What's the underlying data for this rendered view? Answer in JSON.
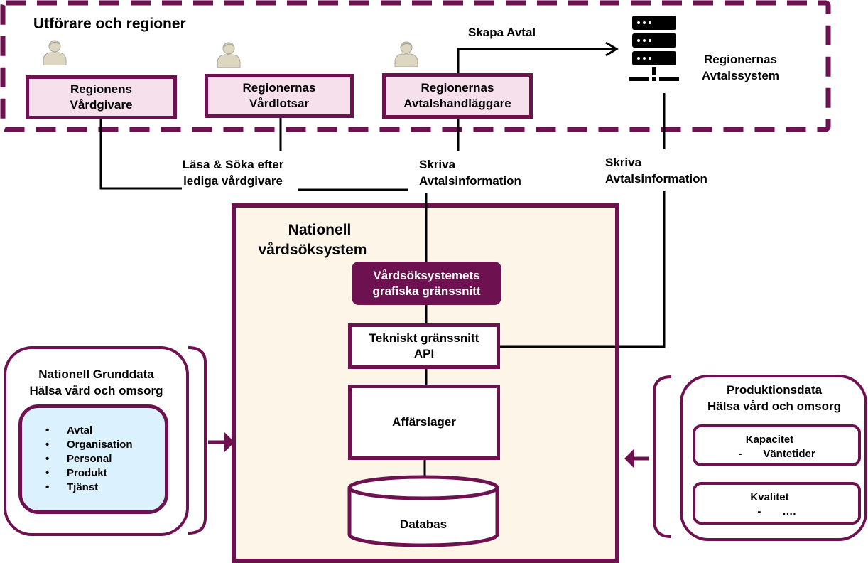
{
  "diagram": {
    "colors": {
      "primary": "#6e1150",
      "actor_fill": "#f6e0ec",
      "system_fill": "#fef5e9",
      "grunddata_fill": "#dbf1fd",
      "person_icon": "#ddd6c1",
      "line": "#000000"
    },
    "region_group": {
      "title": "Utförare och regioner",
      "actors": [
        {
          "icon": "person-icon",
          "line1": "Regionens",
          "line2": "Vårdgivare"
        },
        {
          "icon": "person-icon",
          "line1": "Regionernas",
          "line2": "Vårdlotsar"
        },
        {
          "icon": "person-icon",
          "line1": "Regionernas",
          "line2": "Avtalshandläggare"
        }
      ],
      "contract_system": {
        "icon": "server-icon",
        "line1": "Regionernas",
        "line2": "Avtalssystem"
      }
    },
    "connections": {
      "create_contract": "Skapa  Avtal",
      "read_search": {
        "line1": "Läsa & Söka efter",
        "line2": "lediga vårdgivare"
      },
      "write_info_left": {
        "line1": "Skriva",
        "line2": "Avtalsinformation"
      },
      "write_info_right": {
        "line1": "Skriva",
        "line2": "Avtalsinformation"
      }
    },
    "national_system": {
      "title_line1": "Nationell",
      "title_line2": "vårdsöksystem",
      "gui": {
        "line1": "Vårdsöksystemets",
        "line2": "grafiska gränssnitt"
      },
      "api": {
        "line1": "Tekniskt gränssnitt",
        "line2": "API"
      },
      "business_layer": "Affärslager",
      "database": "Databas"
    },
    "grunddata": {
      "title_line1": "Nationell Grunddata",
      "title_line2": "Hälsa vård och omsorg",
      "bullet": "•",
      "items": [
        "Avtal",
        "Organisation",
        "Personal",
        "Produkt",
        "Tjänst"
      ]
    },
    "produktionsdata": {
      "title_line1": "Produktionsdata",
      "title_line2": "Hälsa vård och omsorg",
      "groups": [
        {
          "title": "Kapacitet",
          "dash": "-",
          "item": "Väntetider"
        },
        {
          "title": "Kvalitet",
          "dash": "-",
          "item": "…."
        }
      ]
    }
  }
}
